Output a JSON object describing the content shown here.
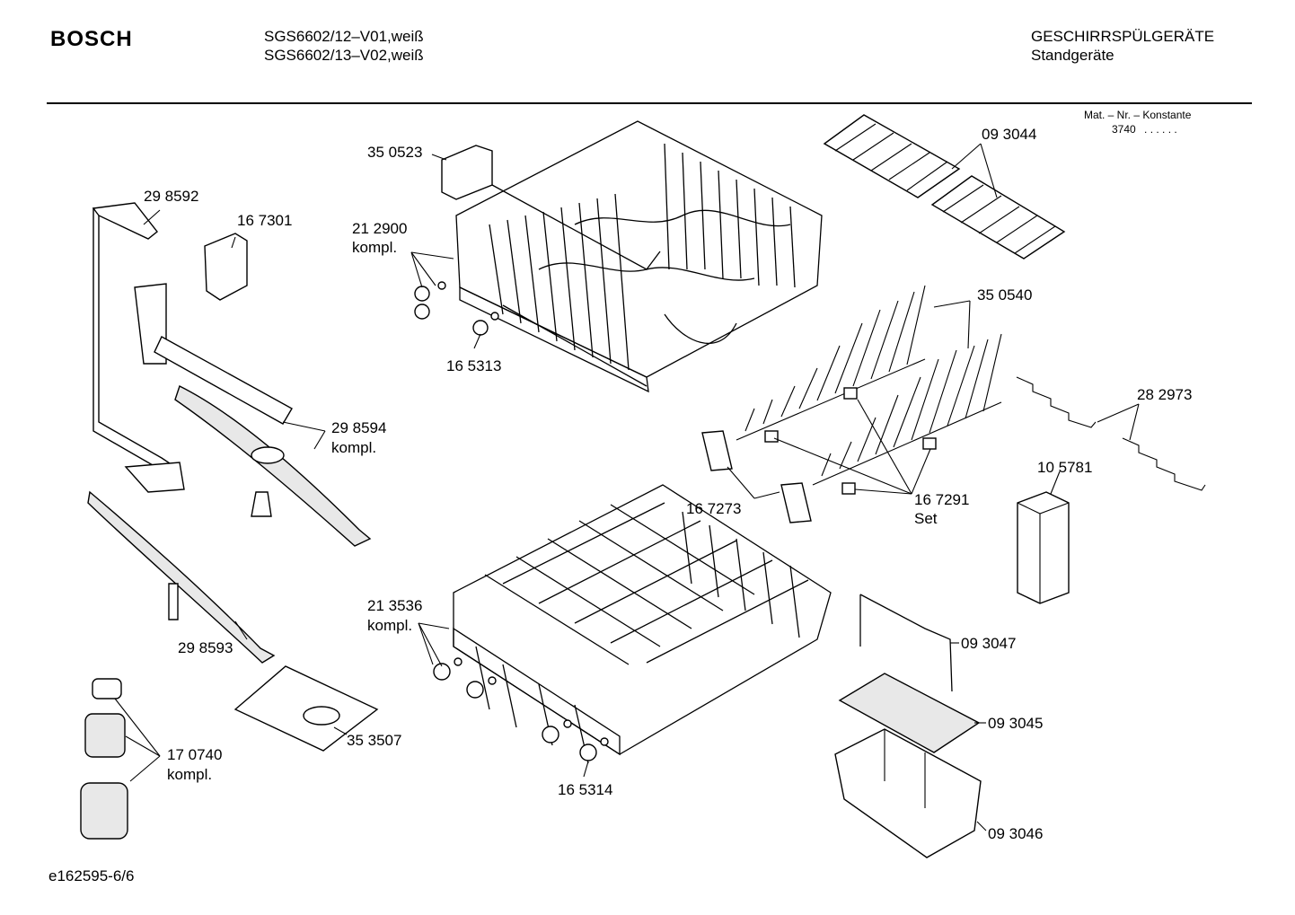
{
  "header": {
    "brand": "BOSCH",
    "models": [
      "SGS6602/12–V01,weiß",
      "SGS6602/13–V02,weiß"
    ],
    "category": "GESCHIRRSPÜLGERÄTE",
    "subcategory": "Standgeräte"
  },
  "mat": {
    "label": "Mat. – Nr. – Konstante",
    "value": "3740",
    "dots": ". .   . . . ."
  },
  "parts": {
    "p350523": "35 0523",
    "p212900": "21 2900",
    "p212900_sub": "kompl.",
    "p165313": "16 5313",
    "p298592": "29 8592",
    "p167301": "16 7301",
    "p298594": "29 8594",
    "p298594_sub": "kompl.",
    "p298593": "29 8593",
    "p353507": "35 3507",
    "p170740": "17 0740",
    "p170740_sub": "kompl.",
    "p213536": "21 3536",
    "p213536_sub": "kompl.",
    "p165314": "16 5314",
    "p093044": "09 3044",
    "p350540": "35 0540",
    "p282973": "28 2973",
    "p105781": "10 5781",
    "p167273": "16 7273",
    "p167291": "16 7291",
    "p167291_sub": "Set",
    "p093047": "09 3047",
    "p093045": "09 3045",
    "p093046": "09 3046"
  },
  "footer": "e162595-6/6"
}
